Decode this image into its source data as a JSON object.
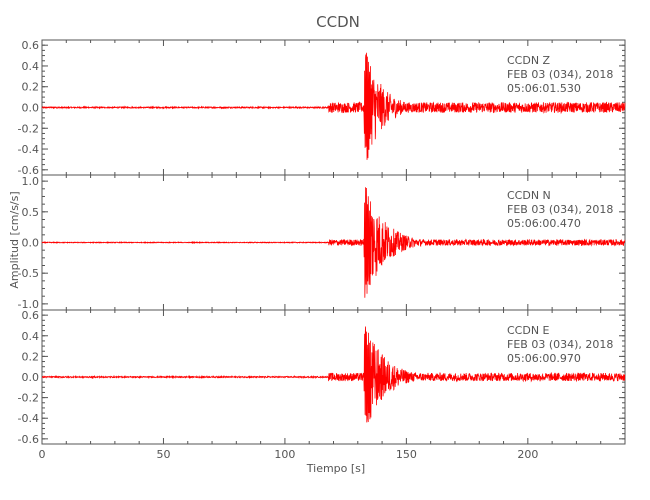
{
  "chart_data": {
    "type": "line",
    "title": "CCDN",
    "xlabel": "Tiempo [s]",
    "ylabel": "Amplitud [cm/s/s]",
    "xlim": [
      0,
      240
    ],
    "x_ticks": [
      0,
      50,
      100,
      150,
      200
    ],
    "x_tick_labels": [
      "0",
      "50",
      "100",
      "150",
      "200"
    ],
    "line_color": "#ff0000",
    "axis_color": "#555555",
    "grid": false,
    "series_style": "seismogram",
    "panels": [
      {
        "station": "CCDN",
        "component": "Z",
        "date": "FEB 03 (034), 2018",
        "time": "05:06:01.530",
        "ylim": [
          -0.65,
          0.65
        ],
        "y_ticks": [
          0.6,
          0.4,
          0.2,
          0.0,
          -0.2,
          -0.4,
          -0.6
        ],
        "y_tick_labels": [
          "0.6",
          "0.4",
          "0.2",
          "0.0",
          "-0.2",
          "-0.4",
          "-0.6"
        ],
        "noise_amp": 0.006,
        "p_onset_s": 118,
        "p_amp": 0.05,
        "s_onset_s": 132.5,
        "s_peak": 0.62,
        "s_trough": -0.65,
        "coda_decay_s": 7
      },
      {
        "station": "CCDN",
        "component": "N",
        "date": "FEB 03 (034), 2018",
        "time": "05:06:00.470",
        "ylim": [
          -1.1,
          1.1
        ],
        "y_ticks": [
          1.0,
          0.5,
          0.0,
          -0.5,
          -1.0
        ],
        "y_tick_labels": [
          "1.0",
          "0.5",
          "0.0",
          "-0.5",
          "-1.0"
        ],
        "noise_amp": 0.006,
        "p_onset_s": 118,
        "p_amp": 0.05,
        "s_onset_s": 132.5,
        "s_peak": 1.05,
        "s_trough": -1.1,
        "coda_decay_s": 8
      },
      {
        "station": "CCDN",
        "component": "E",
        "date": "FEB 03 (034), 2018",
        "time": "05:06:00.970",
        "ylim": [
          -0.65,
          0.65
        ],
        "y_ticks": [
          0.6,
          0.4,
          0.2,
          0.0,
          -0.2,
          -0.4,
          -0.6
        ],
        "y_tick_labels": [
          "0.6",
          "0.4",
          "0.2",
          "0.0",
          "-0.2",
          "-0.4",
          "-0.6"
        ],
        "noise_amp": 0.006,
        "p_onset_s": 118,
        "p_amp": 0.04,
        "s_onset_s": 132.5,
        "s_peak": 0.58,
        "s_trough": -0.64,
        "coda_decay_s": 8
      }
    ]
  }
}
